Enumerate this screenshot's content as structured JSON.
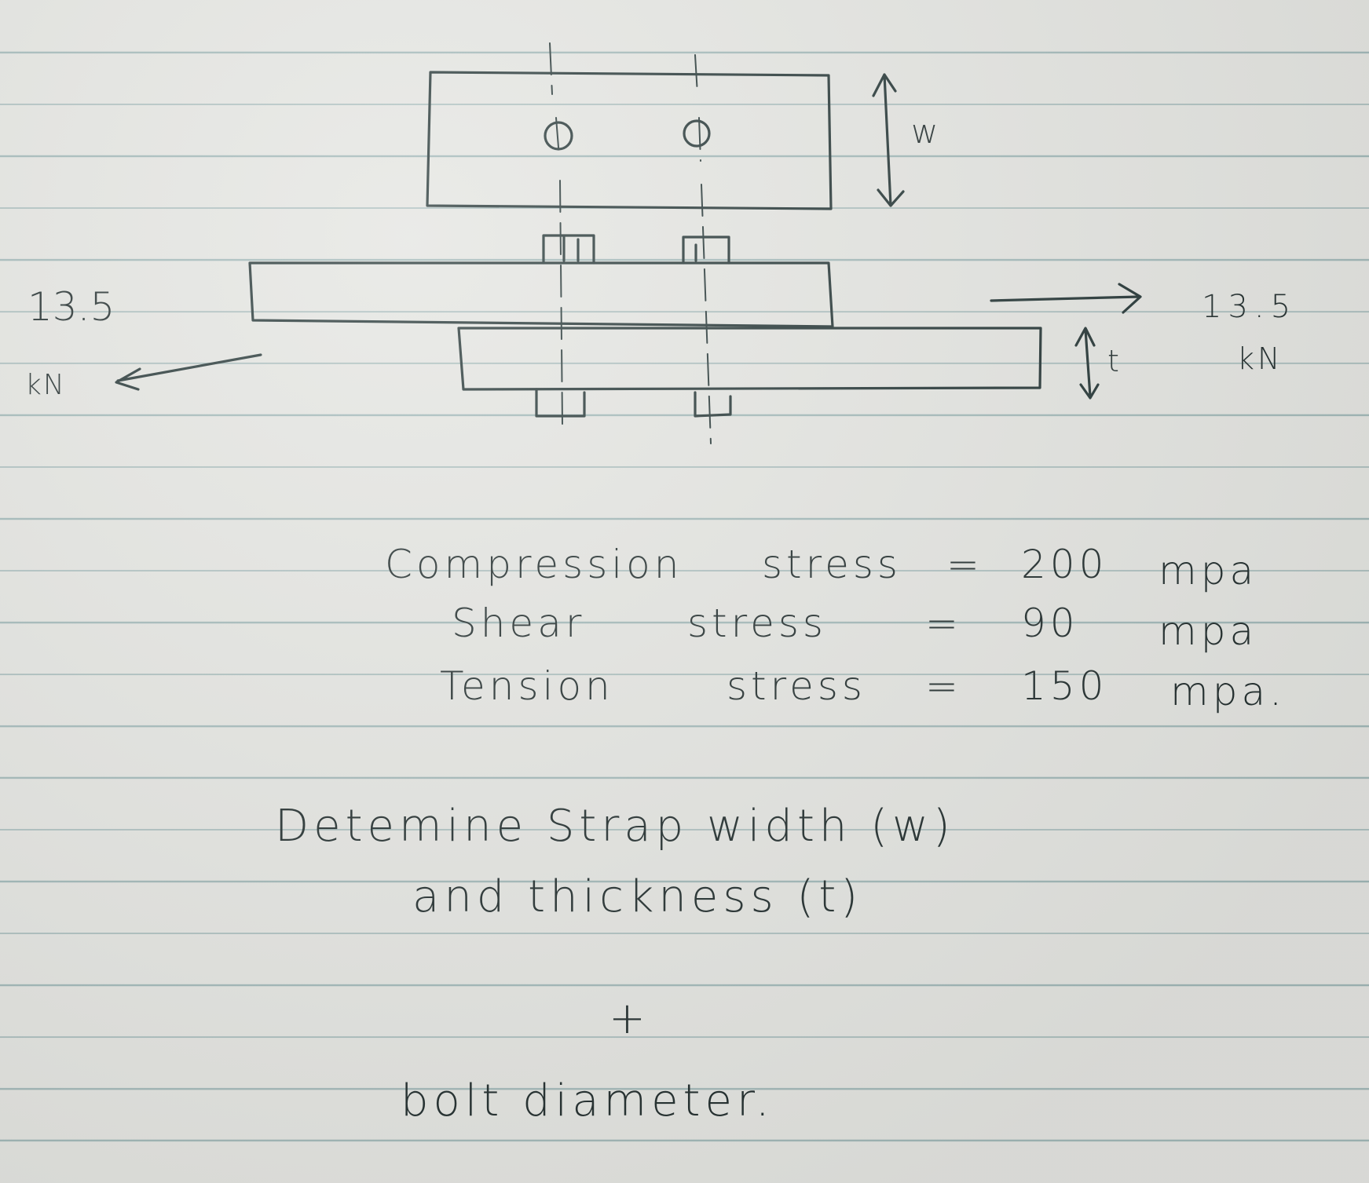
{
  "diagram": {
    "width_label": "w",
    "thickness_label": "t",
    "left_force": {
      "value": "13.5",
      "unit": "kN"
    },
    "right_force": {
      "value": "13.5",
      "unit": "kN"
    }
  },
  "stresses": [
    {
      "name": "Compression",
      "word": "stress",
      "eq": "=",
      "value": "200",
      "unit": "mpa"
    },
    {
      "name": "Shear",
      "word": "stress",
      "eq": "=",
      "value": "90",
      "unit": "mpa"
    },
    {
      "name": "Tension",
      "word": "stress",
      "eq": "=",
      "value": "150",
      "unit": "mpa."
    }
  ],
  "task": {
    "line1": "Detemine Strap width (w)",
    "line2": "and thickness (t)",
    "plus": "+",
    "line3": "bolt diameter."
  }
}
